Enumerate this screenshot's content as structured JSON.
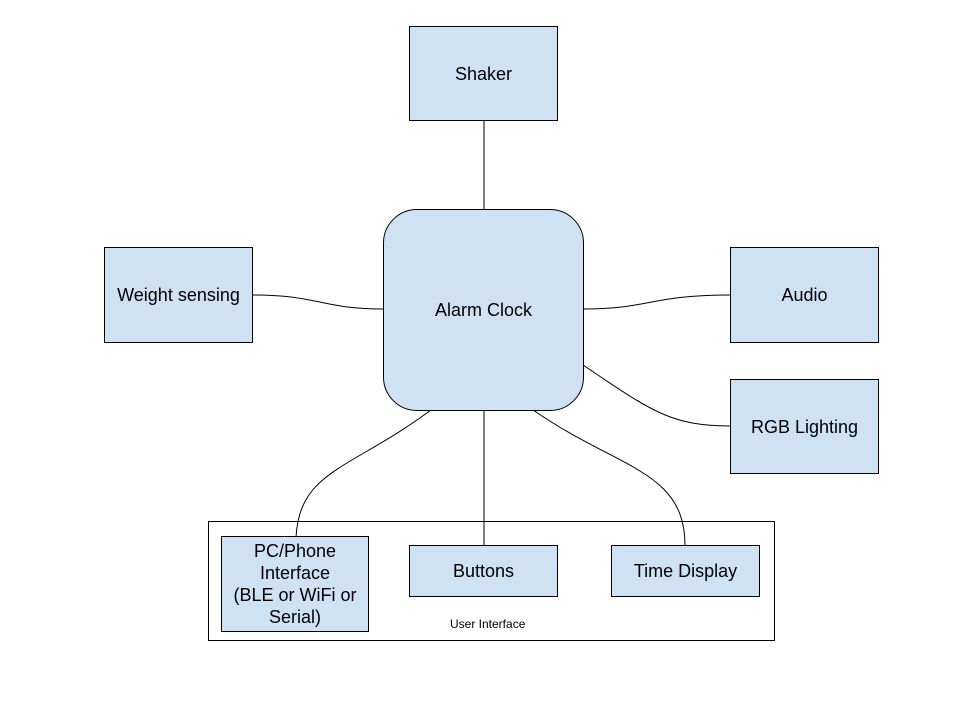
{
  "diagram": {
    "nodes": {
      "shaker": "Shaker",
      "alarm_clock": "Alarm Clock",
      "weight_sensing": "Weight sensing",
      "audio": "Audio",
      "rgb_lighting": "RGB Lighting",
      "pc_phone": "PC/Phone\nInterface\n(BLE or WiFi or\nSerial)",
      "buttons": "Buttons",
      "time_display": "Time Display"
    },
    "group_label": "User Interface",
    "colors": {
      "node_fill": "#cfe2f3",
      "stroke": "#000000"
    }
  }
}
